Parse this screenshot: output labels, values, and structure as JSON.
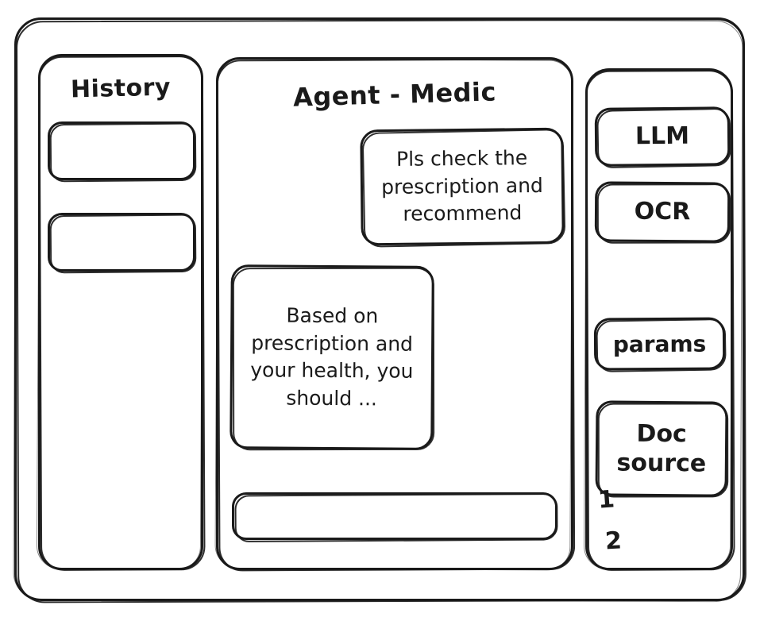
{
  "window": {
    "name": "agent-medic-wireframe"
  },
  "history": {
    "title": "History",
    "items": [
      {
        "label": ""
      },
      {
        "label": ""
      }
    ]
  },
  "agent": {
    "title": "Agent - Medic",
    "messages": [
      {
        "role": "user",
        "text": "Pls check the prescription and recommend"
      },
      {
        "role": "assistant",
        "text": "Based on prescription and your health, you should ..."
      }
    ],
    "composer": {
      "value": "",
      "placeholder": ""
    }
  },
  "tools": {
    "items": [
      {
        "label": "LLM"
      },
      {
        "label": "OCR"
      },
      {
        "label": "params"
      },
      {
        "label": "Doc source"
      }
    ],
    "doc_sources": [
      {
        "index": "1"
      },
      {
        "index": "2"
      }
    ]
  },
  "colors": {
    "ink": "#1a1a1a",
    "paper": "#ffffff"
  }
}
